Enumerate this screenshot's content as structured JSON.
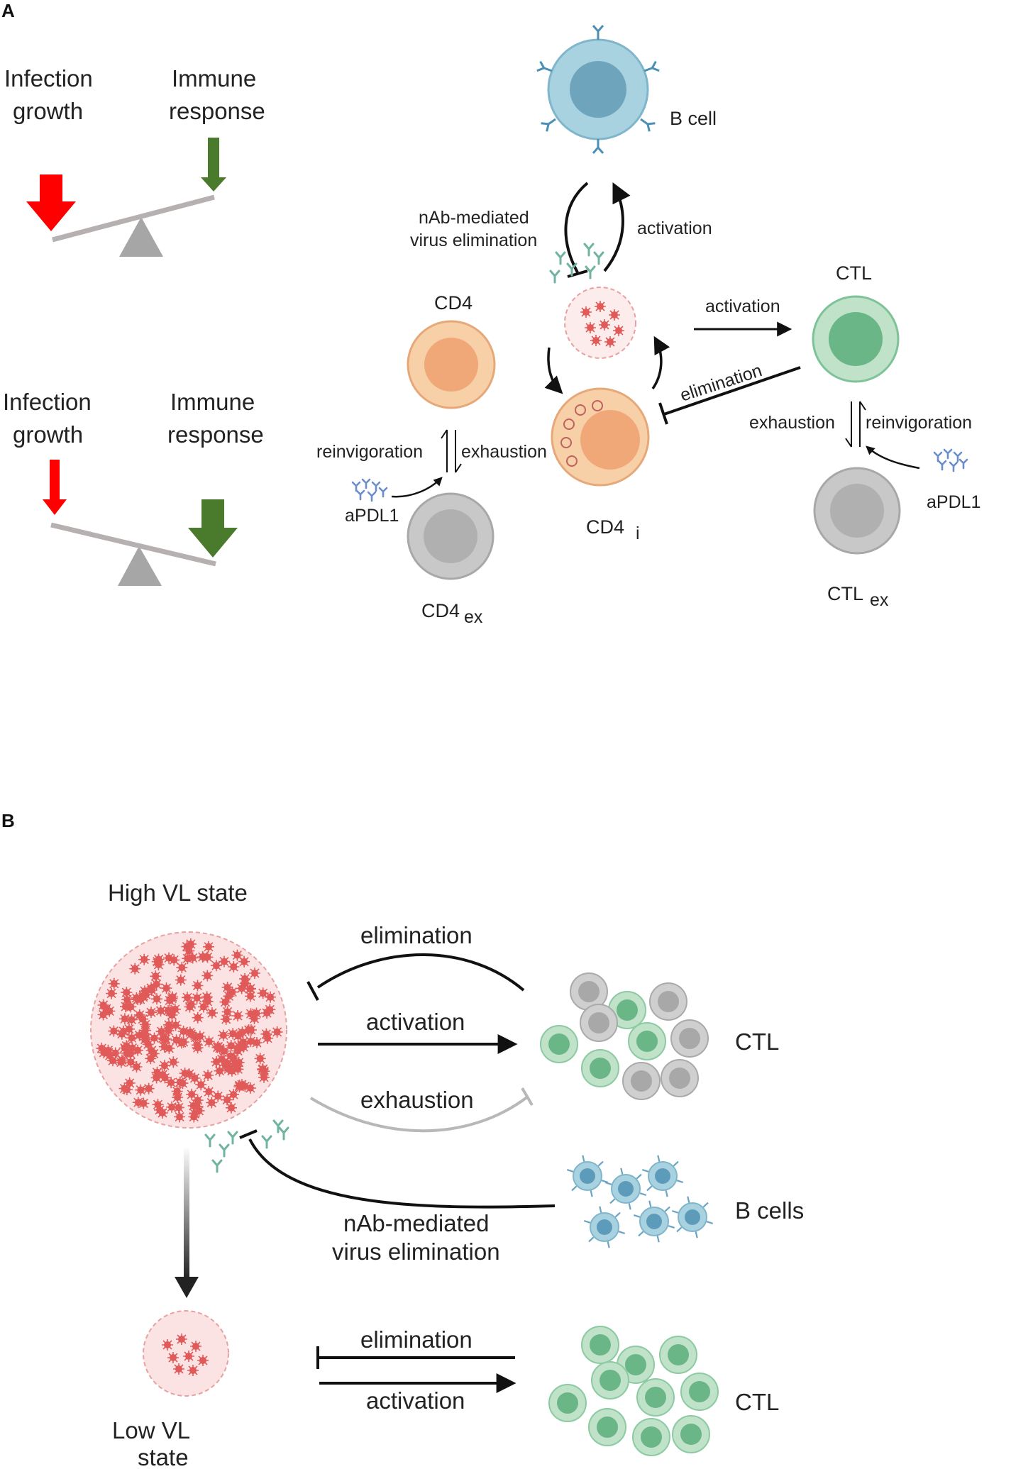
{
  "panel_a": {
    "letter": "A",
    "seesaw_top": {
      "left_label": [
        "Infection",
        "growth"
      ],
      "right_label": [
        "Immune",
        "response"
      ]
    },
    "seesaw_bottom": {
      "left_label": [
        "Infection",
        "growth"
      ],
      "right_label": [
        "Immune",
        "response"
      ]
    },
    "cells": {
      "b_cell": "B cell",
      "cd4": "CD4",
      "cd4_ex": "CD4",
      "cd4_ex_sub": "ex",
      "cd4_i": "CD4",
      "cd4_i_sub": "i",
      "ctl": "CTL",
      "ctl_ex": "CTL",
      "ctl_ex_sub": "ex"
    },
    "arrows": {
      "nab_elim": [
        "nAb-mediated",
        "virus elimination"
      ],
      "b_activation": "activation",
      "ctl_activation": "activation",
      "ctl_elimination": "elimination",
      "cd4_reinvigoration": "reinvigoration",
      "cd4_exhaustion": "exhaustion",
      "ctl_exhaustion": "exhaustion",
      "ctl_reinvigoration": "reinvigoration",
      "apdl1_left": "aPDL1",
      "apdl1_right": "aPDL1"
    }
  },
  "panel_b": {
    "letter": "B",
    "high_vl": "High VL state",
    "low_vl": [
      "Low VL",
      "state"
    ],
    "top": {
      "elimination": "elimination",
      "activation": "activation",
      "exhaustion": "exhaustion",
      "ctl": "CTL"
    },
    "bcells": "B cells",
    "nab": [
      "nAb-mediated",
      "virus elimination"
    ],
    "bottom": {
      "elimination": "elimination",
      "activation": "activation",
      "ctl": "CTL"
    }
  },
  "colors": {
    "red_arrow": "#ff0000",
    "green_arrow": "#4a7a2c",
    "bcell": "#7fb6cc",
    "cd4": "#f0a878",
    "ctl": "#7ec398",
    "exhausted": "#a8a8a8",
    "virus": "#e86060"
  }
}
